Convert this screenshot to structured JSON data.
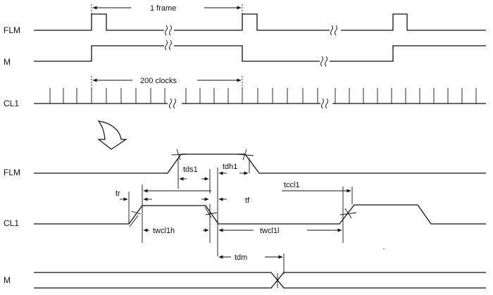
{
  "signals": {
    "flm": "FLM",
    "m": "M",
    "cl1": "CL1"
  },
  "top": {
    "frame_label": "1 frame",
    "clocks_label": "200 clocks"
  },
  "detail": {
    "tds1": "tds1",
    "tdh1": "tdh1",
    "tr": "tr",
    "tf": "tf",
    "tccl1": "tccl1",
    "twcl1h": "twcl1h",
    "twcl1l": "twcl1l",
    "tdm": "tdm"
  },
  "icons": {
    "expand": "curved-down-arrow-icon"
  }
}
